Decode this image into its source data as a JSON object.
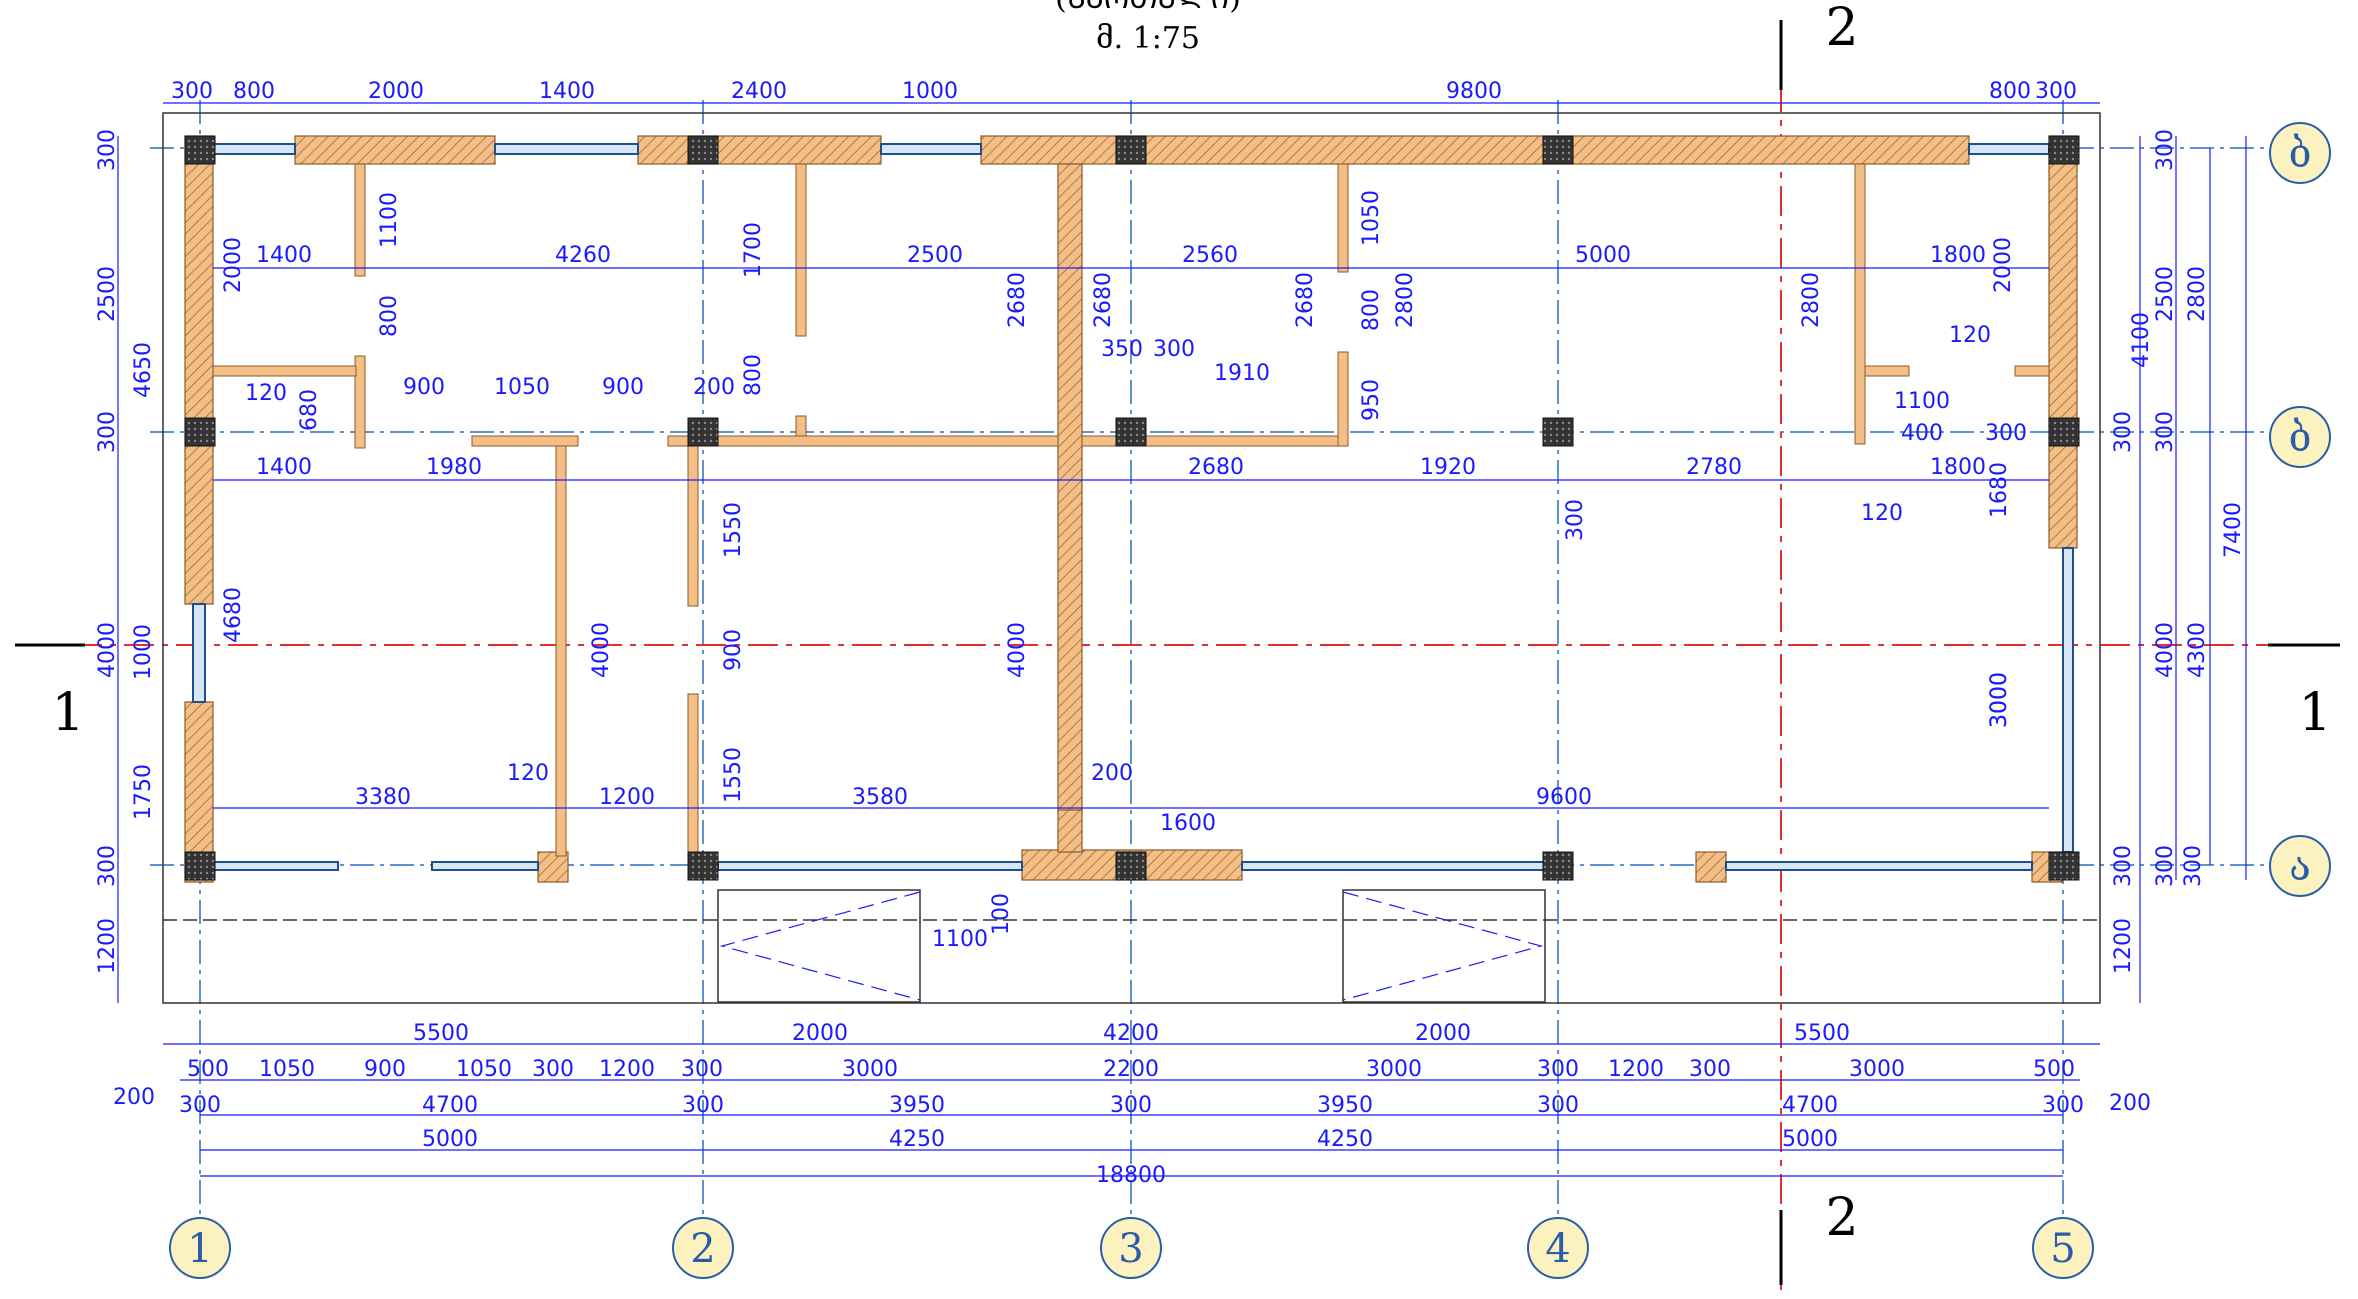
{
  "header": {
    "title_partial": "(ᲡᲐᲠᲗᲣᲚᲘ)",
    "scale": "მ. 1:75"
  },
  "section_marks": {
    "section_1": "1",
    "section_2": "2"
  },
  "axes": {
    "columns": [
      "1",
      "2",
      "3",
      "4",
      "5"
    ],
    "rows_right": [
      "ბ",
      "ბ",
      "ა"
    ]
  },
  "dimensions": {
    "top_chain": [
      "300",
      "800",
      "2000",
      "1400",
      "2400",
      "1000",
      "9800",
      "800",
      "300"
    ],
    "left_chain": [
      "300",
      "2500",
      "300",
      "4000",
      "300",
      "1200",
      "4650",
      "1000",
      "1750"
    ],
    "right_chain": [
      "300",
      "300",
      "300",
      "300",
      "2500",
      "2800",
      "4100",
      "4000",
      "4300",
      "3000",
      "300",
      "300",
      "1200",
      "7400"
    ],
    "bottom_row1": [
      "5500",
      "2000",
      "4200",
      "2000",
      "5500"
    ],
    "bottom_row2": [
      "500",
      "1050",
      "900",
      "1050",
      "300",
      "1200",
      "300",
      "3000",
      "2200",
      "3000",
      "300",
      "1200",
      "300",
      "3000",
      "500"
    ],
    "bottom_row3": [
      "300",
      "4700",
      "300",
      "3950",
      "300",
      "3950",
      "300",
      "4700",
      "300"
    ],
    "bottom_row4": [
      "5000",
      "4250",
      "4250",
      "5000"
    ],
    "bottom_total": "18800",
    "corner_left": "200",
    "corner_right": "200",
    "interior": [
      "1400",
      "4260",
      "2500",
      "2560",
      "5000",
      "1800",
      "1100",
      "2000",
      "800",
      "1700",
      "800",
      "2680",
      "2680",
      "2680",
      "1050",
      "800",
      "2800",
      "2800",
      "2000",
      "120",
      "680",
      "900",
      "1050",
      "900",
      "200",
      "350",
      "300",
      "1910",
      "950",
      "120",
      "1100",
      "400",
      "300",
      "1400",
      "1980",
      "2680",
      "1920",
      "2780",
      "1800",
      "1680",
      "300",
      "120",
      "4680",
      "4000",
      "1550",
      "900",
      "1550",
      "4000",
      "3000",
      "120",
      "3380",
      "1200",
      "3580",
      "200",
      "9600",
      "1600",
      "100",
      "1100"
    ]
  }
}
